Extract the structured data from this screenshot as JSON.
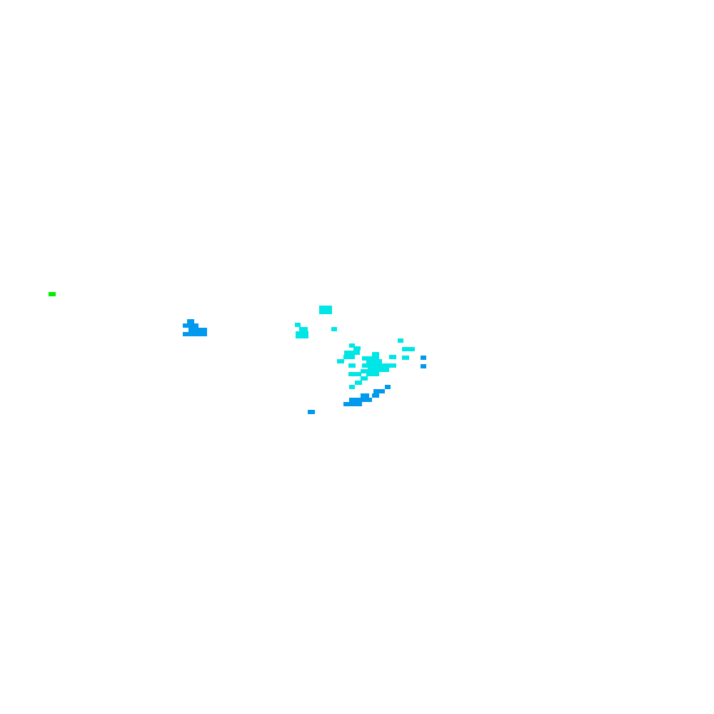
{
  "palette": {
    "background": "#ffffff",
    "cyan": "#00e6e6",
    "blue": "#0099ee",
    "green": "#00ee00"
  },
  "regions": [
    {
      "name": "green-speck",
      "color": "green"
    },
    {
      "name": "left-blue-cluster",
      "color": "blue"
    },
    {
      "name": "cyan-top-cluster",
      "color": "cyan"
    },
    {
      "name": "central-cyan-cluster",
      "color": "cyan"
    },
    {
      "name": "right-blue-specks",
      "color": "blue"
    },
    {
      "name": "lower-blue-arc",
      "color": "blue"
    }
  ]
}
